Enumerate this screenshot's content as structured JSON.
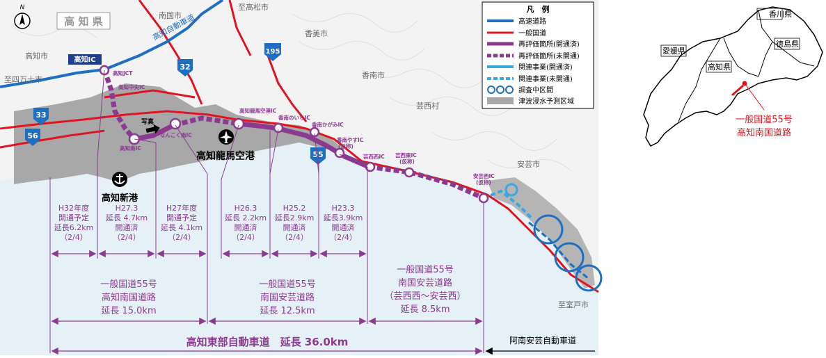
{
  "colors": {
    "expressway": "#1e6fc2",
    "national_road": "#e0141e",
    "reeval": "#8a3a8f",
    "related": "#3aa8e0",
    "tsunami": "#a8a8a8",
    "sea": "#e6f1f7",
    "label_red": "#e0141e",
    "label_purple": "#8a3a8f",
    "label_black": "#000000"
  },
  "compass": "N",
  "prefecture_badge": "高 知 県",
  "legend": {
    "title": "凡　例",
    "items": [
      {
        "key": "expressway",
        "label": "高速道路"
      },
      {
        "key": "national_road",
        "label": "一般国道"
      },
      {
        "key": "reeval_open",
        "label": "再評価箇所(開通済)"
      },
      {
        "key": "reeval_unopen",
        "label": "再評価箇所(未開通)"
      },
      {
        "key": "related_open",
        "label": "関連事業(開通済)"
      },
      {
        "key": "related_unopen",
        "label": "関連事業(未開通)"
      },
      {
        "key": "survey",
        "label": "調査中区間"
      },
      {
        "key": "tsunami",
        "label": "津波浸水予測区域"
      }
    ]
  },
  "places": {
    "kochi_city": "高知市",
    "nankoku_city_n": "南国市",
    "to_takamatsu": "至高松市",
    "kami_city": "香美市",
    "to_shimanto": "至四万十市",
    "konan_city": "香南市",
    "geisei": "芸西村",
    "aki_city": "安芸市",
    "to_muroto": "至室戸市"
  },
  "roads": {
    "expressway_name": "高知自動車道",
    "r195": "195",
    "r32": "32",
    "r33": "33",
    "r56": "56",
    "r55": "55"
  },
  "interchanges": {
    "kochi_ic": "高知IC",
    "kochi_jct": "高知JCT",
    "kochi_chuo": "高知中央IC",
    "kochi_minami": "高知南IC",
    "nankoku_minami": "なんこく南IC",
    "ryoma_airport_ic": "高知龍馬空港IC",
    "nonoichi": "香南のいちIC",
    "kagami": "香南かがみIC",
    "yasu": "香南やすIC",
    "yasu_note": "(仮称)",
    "geisei_nishi": "芸西西IC",
    "geisei_higashi": "芸西東IC",
    "geisei_higashi_note": "(仮称)",
    "aki_nishi": "安芸西IC",
    "aki_nishi_note": "(仮称)"
  },
  "photo_label": "写真",
  "airport": "高知龍馬空港",
  "port": "高知新港",
  "segments": [
    {
      "lines": [
        "H32年度",
        "開通予定",
        "延長6.2km",
        "（2/4）"
      ]
    },
    {
      "lines": [
        "H27.3",
        "延長 4.7km",
        "開通済",
        "（2/4）"
      ]
    },
    {
      "lines": [
        "H27年度",
        "開通予定",
        "延長 4.1km",
        "（2/4）"
      ]
    },
    {
      "lines": [
        "H26.3",
        "延長 2.2km",
        "開通済",
        "（2/4）"
      ]
    },
    {
      "lines": [
        "H25.2",
        "延長2.9km",
        "開通済",
        "（2/4）"
      ]
    },
    {
      "lines": [
        "H23.3",
        "延長3.9km",
        "開通済",
        "（2/4）"
      ]
    }
  ],
  "sections": [
    {
      "lines": [
        "一般国道55号",
        "高知南国道路",
        "延長 15.0km"
      ]
    },
    {
      "lines": [
        "一般国道55号",
        "南国安芸道路",
        "延長 12.5km"
      ]
    },
    {
      "lines": [
        "一般国道55号",
        "南国安芸道路",
        "（芸西西～安芸西）",
        "延長 8.5km"
      ]
    }
  ],
  "total": "高知東部自動車道　延長 36.0km",
  "anan_aki": "阿南安芸自動車道",
  "inset": {
    "kagawa": "香川県",
    "ehime": "愛媛県",
    "tokushima": "徳島県",
    "kochi": "高知県",
    "caption1": "一般国道55号",
    "caption2": "高知南国道路"
  }
}
